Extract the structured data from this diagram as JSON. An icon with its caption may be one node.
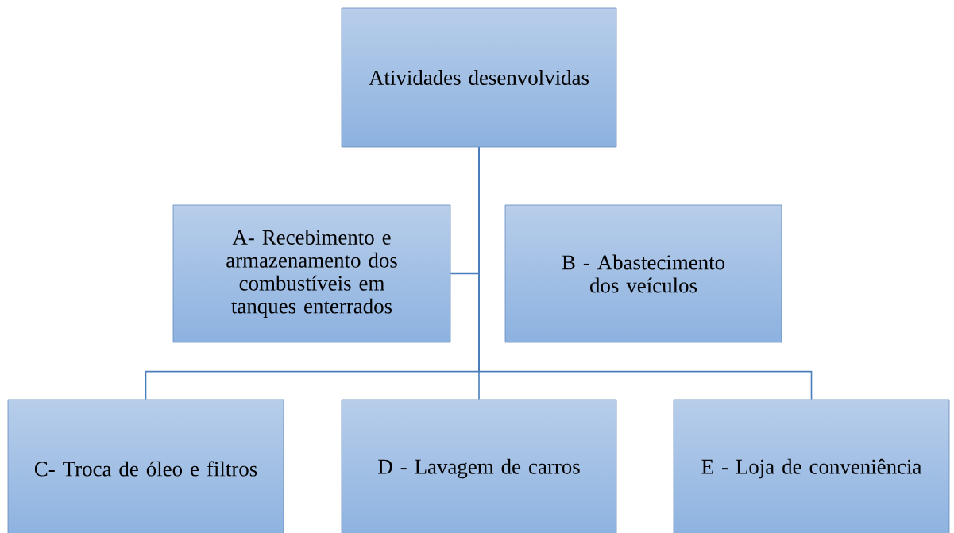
{
  "diagram": {
    "nodes": [
      {
        "text": [
          "Atividades desenvolvidas"
        ]
      },
      {
        "text": [
          "A-  Recebimento e armazenamento dos combustíveis em tanques enterrados"
        ]
      },
      {
        "text": [
          "B - Abastecimento dos veículos"
        ]
      },
      {
        "text": [
          "C- Troca de óleo e filtros"
        ]
      },
      {
        "text": [
          "D - Lavagem de carros"
        ]
      },
      {
        "text": [
          "E - Loja de conveniência"
        ]
      }
    ],
    "edges": [
      {
        "from": 0,
        "to": 1,
        "arrow": "none"
      },
      {
        "from": 0,
        "to": 3,
        "arrow": "none"
      },
      {
        "from": 0,
        "to": 4,
        "arrow": "none"
      },
      {
        "from": 0,
        "to": 5,
        "arrow": "none"
      }
    ]
  }
}
